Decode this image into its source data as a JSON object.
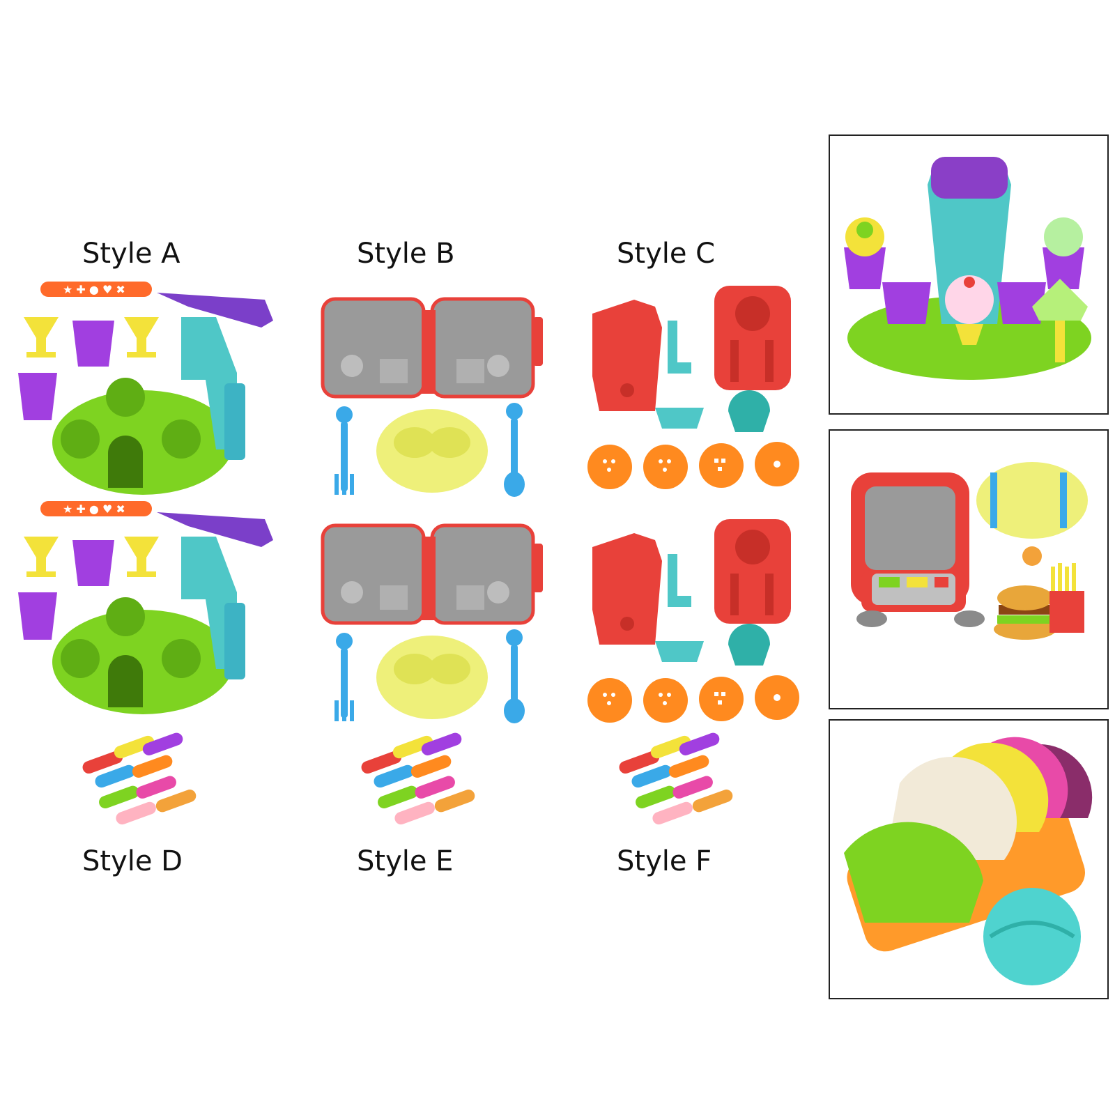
{
  "labels": {
    "style_a": "Style A",
    "style_b": "Style B",
    "style_c": "Style C",
    "style_d": "Style D",
    "style_e": "Style E",
    "style_f": "Style F"
  },
  "colors": {
    "lime_green": "#7ed321",
    "purple": "#8a3fc7",
    "violet_cup": "#a13fe0",
    "yellow": "#f3e23a",
    "teal": "#4fc7c7",
    "red": "#e8413a",
    "gray": "#9a9a9a",
    "orange": "#ff8a1f",
    "pale_yellow": "#eef07a",
    "sky_blue": "#3aa9e8"
  },
  "icons": {
    "ice_cream_set": "ice-cream-machine-icon",
    "burger_set": "burger-grill-icon",
    "noodle_set": "noodle-press-icon",
    "clay_pile": "clay-sticks-icon",
    "dumpling_set": "dumpling-mold-icon"
  }
}
